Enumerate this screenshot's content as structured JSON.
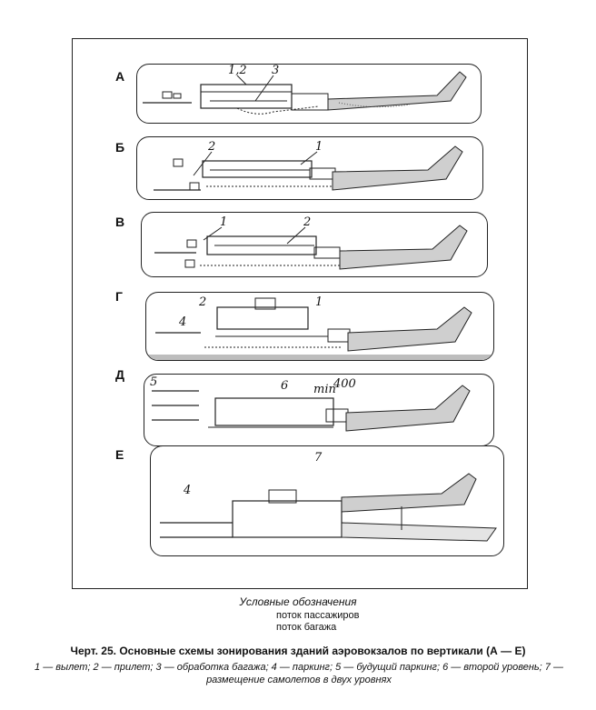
{
  "rows": [
    {
      "letter": "А",
      "labels": [
        "1,2",
        "3"
      ]
    },
    {
      "letter": "Б",
      "labels": [
        "2",
        "1"
      ]
    },
    {
      "letter": "В",
      "labels": [
        "1",
        "2"
      ]
    },
    {
      "letter": "Г",
      "labels": [
        "2",
        "1",
        "4"
      ]
    },
    {
      "letter": "Д",
      "labels": [
        "5",
        "6",
        "min",
        "400"
      ]
    },
    {
      "letter": "Е",
      "labels": [
        "4",
        "7"
      ]
    }
  ],
  "legend": {
    "title": "Условные обозначения",
    "passenger_flow": "поток пассажиров",
    "baggage_flow": "поток багажа"
  },
  "caption": {
    "title": "Черт. 25. Основные схемы зонирования зданий аэровокзалов по вертикали (А — Е)",
    "detail": "1 — вылет; 2 — прилет; 3 — обработка багажа; 4 — паркинг; 5 — будущий паркинг; 6 — второй уровень; 7 — размещение самолетов в двух уровнях"
  }
}
